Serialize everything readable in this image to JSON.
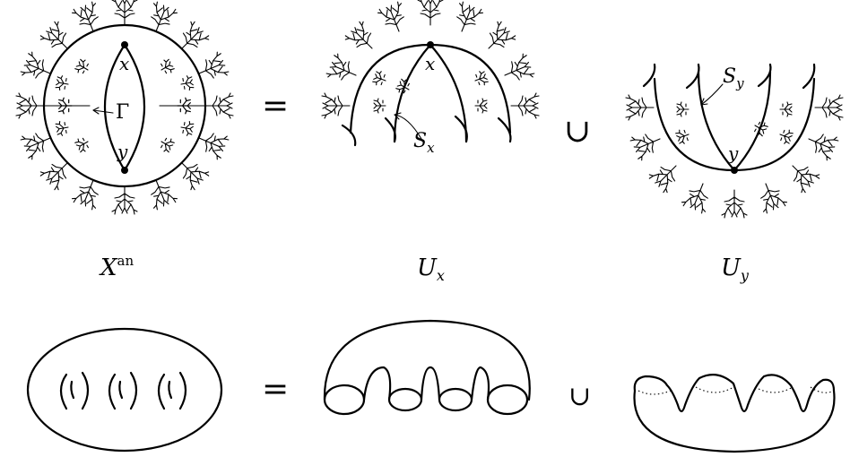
{
  "top_row": {
    "whole": {
      "point_top": "x",
      "point_bottom": "y",
      "skeleton": "Γ",
      "caption_base": "X",
      "caption_sup": "an"
    },
    "equals": "=",
    "union": "∪",
    "part_x": {
      "point": "x",
      "sphere_label_base": "S",
      "sphere_label_sub": "x",
      "caption_base": "U",
      "caption_sub": "x"
    },
    "part_y": {
      "point": "y",
      "sphere_label_base": "S",
      "sphere_label_sub": "y",
      "caption_base": "U",
      "caption_sub": "y"
    }
  },
  "bottom_row": {
    "equals": "=",
    "union": "∪"
  }
}
